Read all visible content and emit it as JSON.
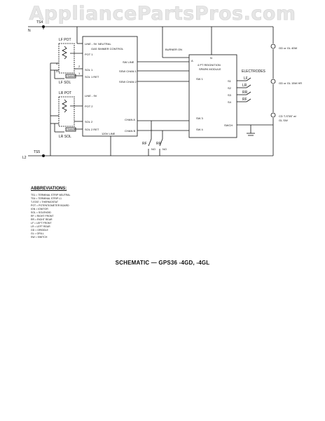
{
  "watermark": "AppliancePartsPros.com",
  "terminals": {
    "ts4": "TS4",
    "ts5": "TS5",
    "n": "N",
    "l2": "L2"
  },
  "gas_control": {
    "title_line1": "NEUTRAL",
    "title_line2": "GAS SIMMER CONTROL",
    "line_9v_top": "LINE - 9V",
    "pot1": "POT 1",
    "sol1": "SOL 1",
    "sol1_ret": "SOL 1 RET",
    "line_9v_mid": "LINE - 9V",
    "pot2": "POT 2",
    "sol2": "SOL 2",
    "sol2_ret": "SOL 2 RET",
    "sw_line": "SW LINE",
    "sw_chan1": "SSW CHAN 1",
    "sw_chan2": "SSW CHAN 2",
    "chan_a": "CHAN A",
    "chan_b": "CHAN B",
    "line_120v": "120V LINE"
  },
  "spark_module": {
    "title_line1": "4 PT REIGNITION",
    "title_line2": "SPARK MODULE",
    "a": "A",
    "n": "N",
    "sw1": "SW 1",
    "sw3": "SW 3",
    "sw4": "SW 4",
    "s1": "S1",
    "s2": "S2",
    "s3": "S3",
    "s4": "S4",
    "swch": "SWCH"
  },
  "electrodes": {
    "title": "ELECTRODES",
    "lf": "LF",
    "lr": "LR",
    "rr": "RR",
    "rf": "RF"
  },
  "burner_on": "BURNER ON",
  "lamps": {
    "top": "GD or GL 40W",
    "mid": "GD or GL 15W HR",
    "bottom_line1": "CD T-STAT w/",
    "bottom_line2": "GL SW"
  },
  "lf_pot": {
    "label": "LF POT",
    "sol": "LF SOL",
    "t4": "4",
    "t3": "3",
    "t2": "2",
    "t1": "1",
    "box": "OMMX"
  },
  "lr_pot": {
    "label": "LR POT",
    "sol": "LR SOL",
    "box": "OMMX"
  },
  "switches": {
    "rf": "RF",
    "rr": "RR",
    "no1": "NO",
    "no2": "NO"
  },
  "abbreviations": {
    "title": "ABBREVIATIONS:",
    "items": [
      "TS1 = TERMINAL STRIP NEUTRAL",
      "TS4 = TERMINAL STRIP L1",
      "T-STAT = THERMOSTAT",
      "POT = POTENTIOMETER BOARD",
      "IGN = IGNITOR",
      "SOL = SOLENOID",
      "RF = RIGHT FRONT",
      "RR = RIGHT REAR",
      "LF = LEFT FRONT",
      "LR = LEFT REAR",
      "GD = GRIDDLE",
      "GL = GRILL",
      "SW = SWITCH"
    ]
  },
  "caption": "SCHEMATIC — GPS36 -4GD, -4GL",
  "footer_left": "",
  "footer_right": ""
}
